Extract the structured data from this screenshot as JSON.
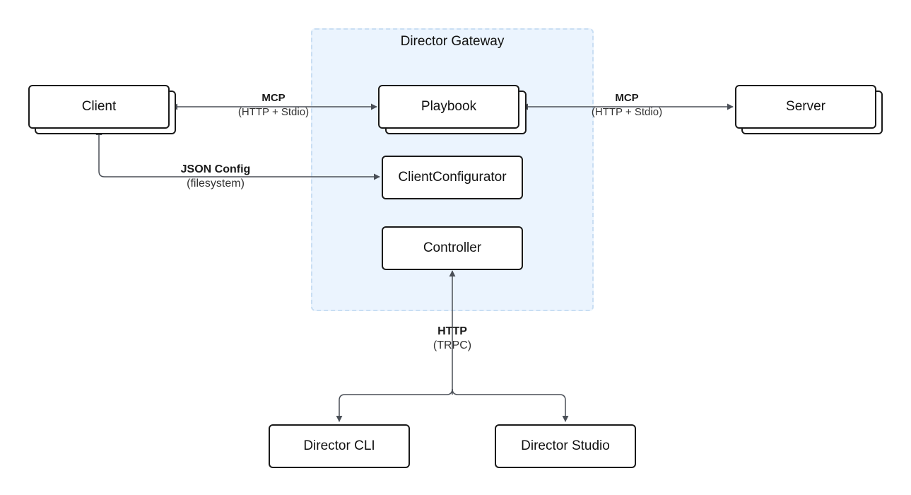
{
  "group": {
    "title": "Director Gateway"
  },
  "nodes": {
    "client": "Client",
    "playbook": "Playbook",
    "server": "Server",
    "client_configurator": "ClientConfigurator",
    "controller": "Controller",
    "director_cli": "Director CLI",
    "director_studio": "Director Studio"
  },
  "edges": {
    "client_playbook": {
      "protocol": "MCP",
      "detail": "(HTTP + Stdio)"
    },
    "playbook_server": {
      "protocol": "MCP",
      "detail": "(HTTP + Stdio)"
    },
    "config": {
      "protocol": "JSON Config",
      "detail": "(filesystem)"
    },
    "controller_http": {
      "protocol": "HTTP",
      "detail": "(TRPC)"
    }
  },
  "colors": {
    "group_fill": "#ebf4fe",
    "group_border": "#c9def3",
    "node_border": "#1a1a1a",
    "connector": "#4a4f57"
  }
}
